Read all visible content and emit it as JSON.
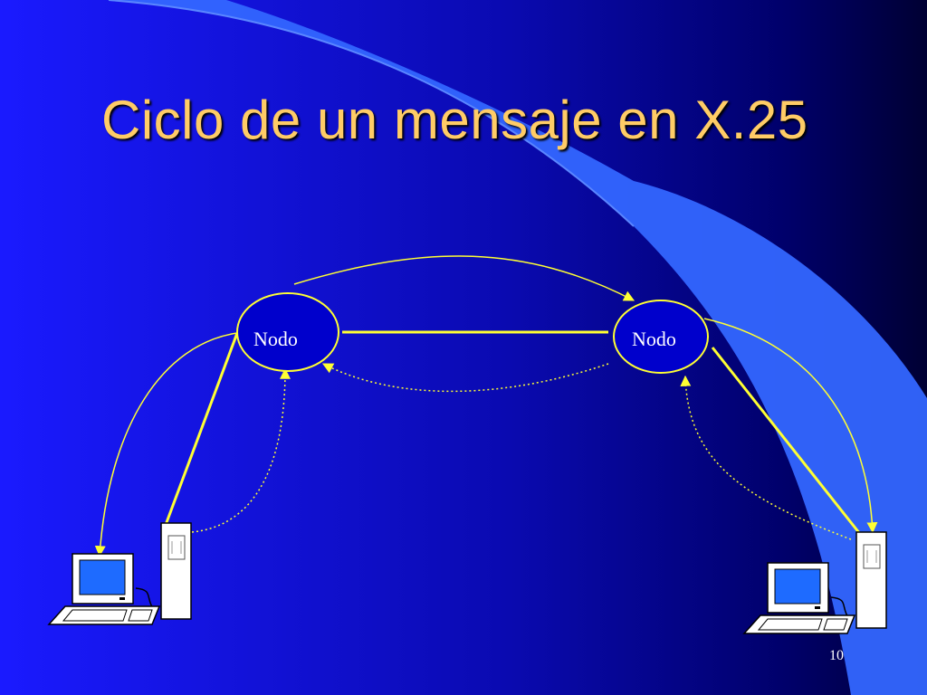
{
  "slide": {
    "title": "Ciclo de un mensaje en X.25",
    "page_number": "10"
  },
  "diagram": {
    "nodes": [
      {
        "label": "Nodo"
      },
      {
        "label": "Nodo"
      }
    ]
  },
  "colors": {
    "background_light": "#1A1AFF",
    "background_dark": "#000033",
    "swoosh": "#3366FF",
    "title": "#FFCC66",
    "lines": "#FFFF33",
    "node_fill": "#0000CC",
    "screen": "#1E6BFF"
  }
}
